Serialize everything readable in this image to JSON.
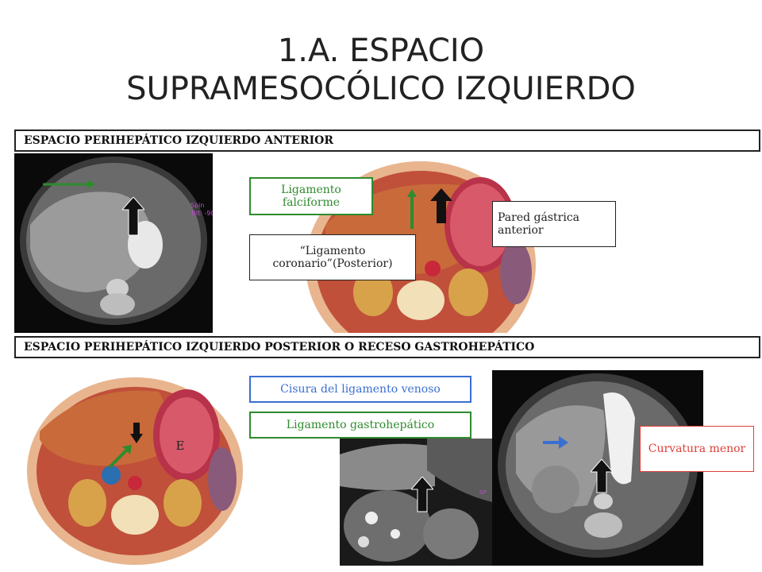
{
  "title": {
    "line1": "1.A. ESPACIO",
    "line2": "SUPRAMESOCÓLICO IZQUIERDO"
  },
  "sections": {
    "anterior": "ESPACIO PERIHEPÁTICO IZQUIERDO ANTERIOR",
    "posterior": "ESPACIO PERIHEPÁTICO IZQUIERDO POSTERIOR O RECESO GASTROHEPÁTICO"
  },
  "labels": {
    "falciforme": "Ligamento falciforme",
    "coronario": "“Ligamento coronario”(Posterior)",
    "pared": "Pared gástrica anterior",
    "cisura": "Cisura del ligamento venoso",
    "gastrohepatico": "Ligamento gastrohepático",
    "curvatura": "Curvatura menor",
    "e_marker": "E"
  },
  "colors": {
    "green": "#2e8b2e",
    "blue": "#3a6fd1",
    "red": "#e0403a",
    "dark": "#222222"
  }
}
